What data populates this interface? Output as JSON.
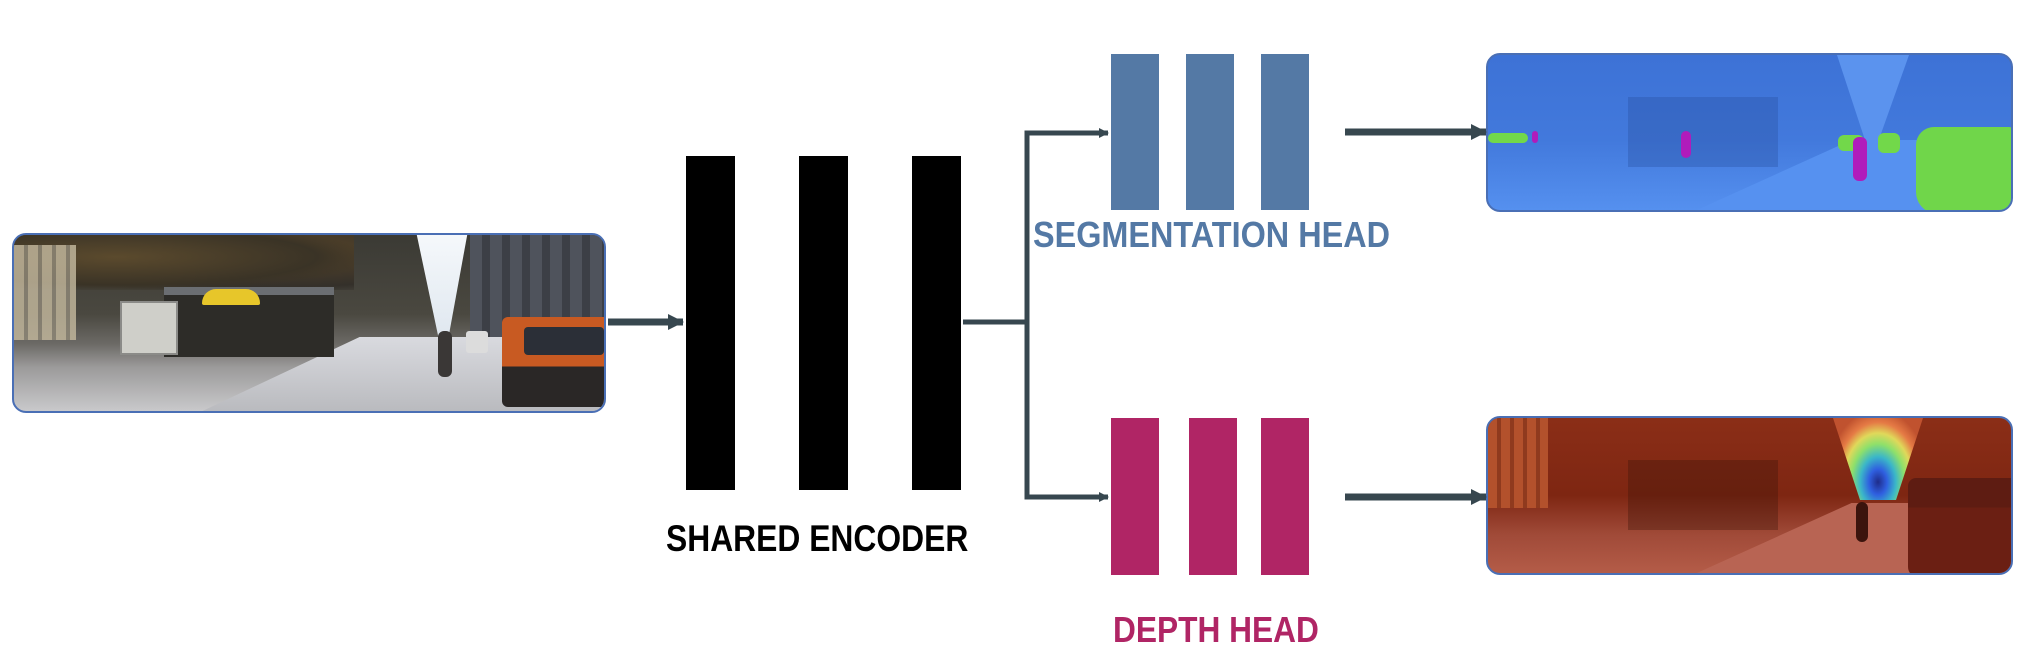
{
  "diagram": {
    "title": "Multi-task network: shared encoder with segmentation and depth heads",
    "colors": {
      "arrow": "#37474f",
      "encoder": "#000000",
      "segmentation_head": "#5479a5",
      "depth_head": "#b02565",
      "panel_border": "#4a6fb5"
    },
    "input": {
      "label": "",
      "image_description": "Street scene input photo (kiosk with yellow umbrella, cyclist, orange utility truck)"
    },
    "encoder": {
      "label": "SHARED ENCODER",
      "layer_count": 3
    },
    "heads": [
      {
        "id": "segmentation",
        "label": "SEGMENTATION HEAD",
        "layer_count": 3,
        "output_description": "Semantic segmentation overlay (blue background, green vehicles, magenta pedestrians)"
      },
      {
        "id": "depth",
        "label": "DEPTH HEAD",
        "layer_count": 3,
        "output_description": "Depth map overlay (red/orange near, rainbow to blue at vanishing point)"
      }
    ],
    "connections": [
      {
        "from": "input",
        "to": "encoder"
      },
      {
        "from": "encoder",
        "to": "segmentation"
      },
      {
        "from": "encoder",
        "to": "depth"
      },
      {
        "from": "segmentation",
        "to": "segmentation-output"
      },
      {
        "from": "depth",
        "to": "depth-output"
      }
    ]
  }
}
